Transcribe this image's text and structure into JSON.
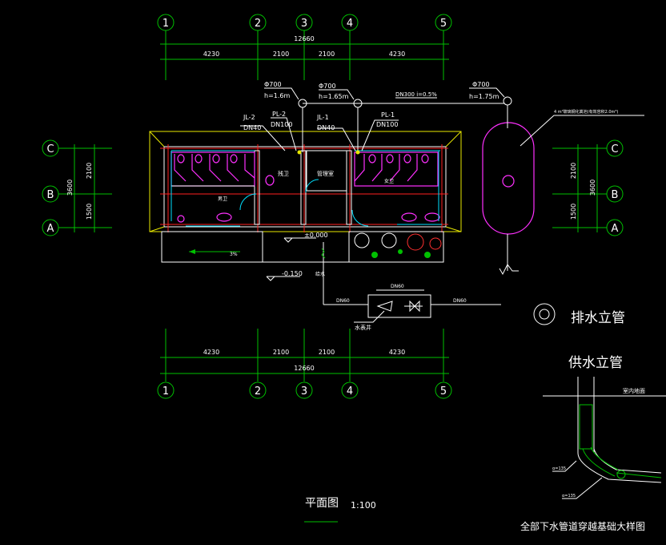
{
  "axes": {
    "columns": [
      "1",
      "2",
      "3",
      "4",
      "5"
    ],
    "rows": [
      "C",
      "B",
      "A"
    ]
  },
  "dimensions": {
    "total": "12660",
    "segments": [
      "4230",
      "2100",
      "2100",
      "4230"
    ],
    "side_total": "3600",
    "side_segments": [
      "2100",
      "1500"
    ]
  },
  "pipes": {
    "manhole_1": {
      "dia": "Φ700",
      "h": "h=1.6m"
    },
    "manhole_2": {
      "dia": "Φ700",
      "h": "h=1.65m"
    },
    "manhole_3": {
      "dia": "Φ700",
      "h": "h=1.75m"
    },
    "slope": "DN300 i=0.5%",
    "jl2": "JL-2",
    "jl2_dn": "DN40",
    "pl2": "PL-2",
    "pl2_dn": "DN100",
    "jl1": "JL-1",
    "jl1_dn": "DN40",
    "pl1": "PL-1",
    "pl1_dn": "DN100",
    "septic_note": "4 m³玻璃钢化粪池(有效容积2.0m³)",
    "dn60_top": "DN60",
    "dn60_left": "DN60",
    "dn60_right": "DN60",
    "meter_well": "水表井",
    "supply": "给水"
  },
  "rooms": {
    "men": "男卫",
    "women": "女卫",
    "accessible": "残卫",
    "manager": "管理室",
    "mens_label": "男卫",
    "womens_label": "女卫"
  },
  "levels": {
    "floor": "±0.000",
    "outdoor": "-0.150",
    "slope": "3%"
  },
  "legend": {
    "drain_riser": "排水立管",
    "supply_riser": "供水立管"
  },
  "detail": {
    "ground": "室内地面",
    "a1": "α=135",
    "a2": "α=135",
    "title": "全部下水管道穿越基础大样图"
  },
  "plan": {
    "title": "平面图",
    "scale": "1:100"
  }
}
